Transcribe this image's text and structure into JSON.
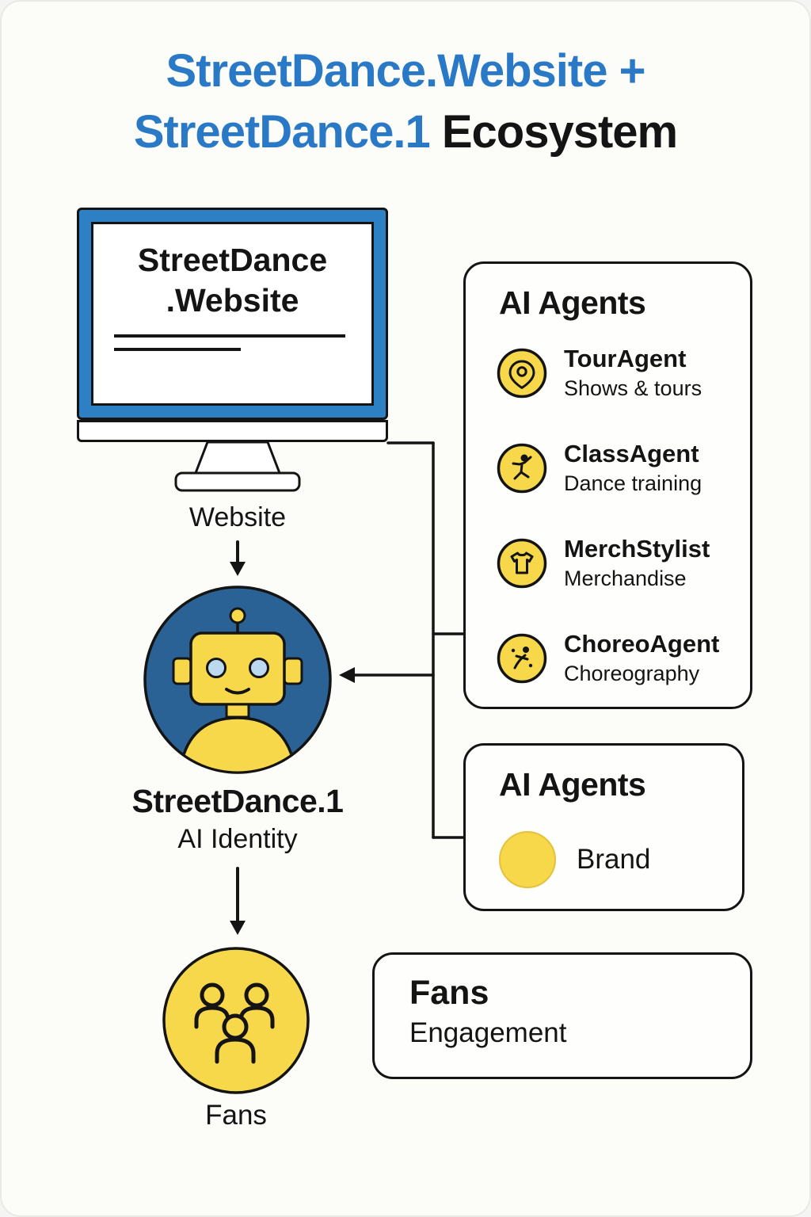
{
  "title": {
    "line1": "StreetDance.Website +",
    "line2_blue": "StreetDance.1",
    "line2_black": " Ecosystem"
  },
  "monitor": {
    "screen_line1": "StreetDance",
    "screen_line2": ".Website",
    "caption": "Website"
  },
  "identity": {
    "name": "StreetDance.1",
    "role": "AI Identity"
  },
  "fans_node": {
    "caption": "Fans"
  },
  "agents_box": {
    "title": "AI Agents",
    "items": [
      {
        "name": "TourAgent",
        "desc": "Shows & tours",
        "icon": "location-pin-icon"
      },
      {
        "name": "ClassAgent",
        "desc": "Dance training",
        "icon": "dancer-icon"
      },
      {
        "name": "MerchStylist",
        "desc": "Merchandise",
        "icon": "tshirt-icon"
      },
      {
        "name": "ChoreoAgent",
        "desc": "Choreography",
        "icon": "choreography-icon"
      }
    ]
  },
  "brand_box": {
    "title": "AI Agents",
    "item": "Brand"
  },
  "engagement_box": {
    "title": "Fans",
    "subtitle": "Engagement"
  },
  "colors": {
    "title_blue": "#2979c6",
    "monitor_blue": "#2e80c4",
    "robot_blue": "#2b6295",
    "accent_yellow": "#f6d84a",
    "eye_blue": "#bcd9f0",
    "ink": "#141414"
  }
}
